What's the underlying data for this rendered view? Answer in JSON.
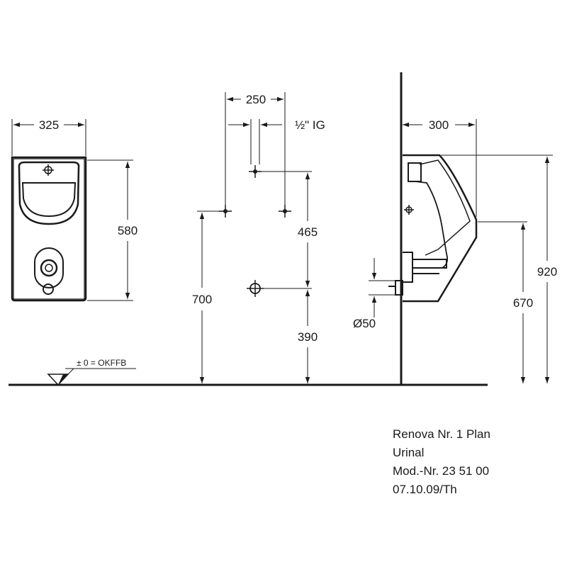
{
  "dimensions": {
    "front_width": "325",
    "front_height": "580",
    "center_spacing": "250",
    "inlet_thread": "½\" IG",
    "top_hole_height": "465",
    "side_fix_height": "700",
    "outlet_height": "390",
    "side_projection": "300",
    "total_height": "920",
    "side_lower_height": "670",
    "outlet_diameter": "Ø50"
  },
  "floor_reference": "± 0 = OKFFB",
  "title_block": {
    "line1": "Renova Nr. 1 Plan",
    "line2": "Urinal",
    "line3": "Mod.-Nr. 23 51 00",
    "line4": "07.10.09/Th"
  },
  "colors": {
    "line": "#1a1a1a",
    "background": "#ffffff"
  }
}
